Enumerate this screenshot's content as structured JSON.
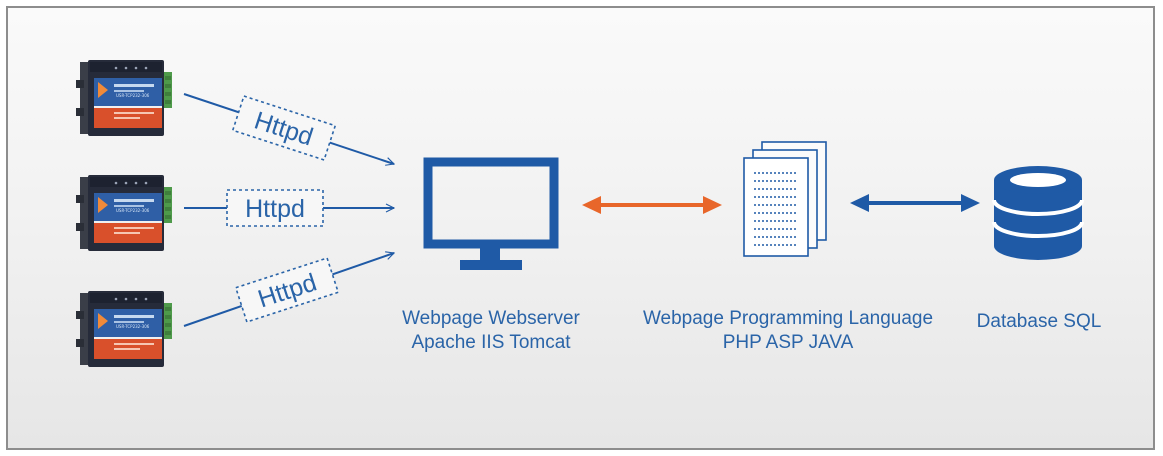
{
  "diagram": {
    "arrow_labels": [
      "Httpd",
      "Httpd",
      "Httpd"
    ],
    "devices": [
      {
        "label": "USR-TCP232-306"
      },
      {
        "label": "USR-TCP232-306"
      },
      {
        "label": "USR-TCP232-306"
      }
    ],
    "webserver": {
      "line1": "Webpage Webserver",
      "line2": "Apache IIS Tomcat"
    },
    "language": {
      "line1": "Webpage Programming Language",
      "line2": "PHP ASP JAVA"
    },
    "database": {
      "line1": "Database SQL"
    },
    "colors": {
      "primary": "#1f5aa6",
      "accent": "#e8662a",
      "device_body": "#262b3a",
      "device_panel": "#2f5fa6",
      "device_stripe": "#d9502b",
      "terminal": "#4e9a4a"
    }
  }
}
